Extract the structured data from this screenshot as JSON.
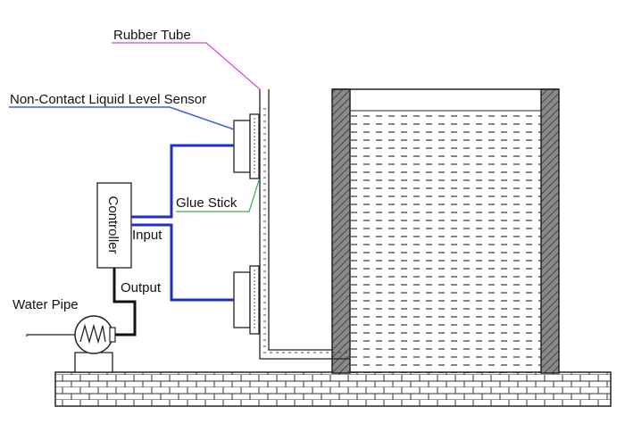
{
  "labels": {
    "rubber_tube": "Rubber Tube",
    "sensor": "Non-Contact Liquid Level Sensor",
    "glue_stick": "Glue Stick",
    "controller": "Controller",
    "input": "Input",
    "output": "Output",
    "water_pipe": "Water Pipe"
  },
  "colors": {
    "rubber_tube_leader": "#e040e0",
    "sensor_leader": "#3b5bdb",
    "glue_leader": "#3aa84a",
    "signal_wire": "#1f2fbf",
    "power_wire": "#111111",
    "wall_hatch": "#555555",
    "line": "#222222"
  },
  "icons": {
    "pump": "pump-icon",
    "sensor": "sensor-icon"
  }
}
